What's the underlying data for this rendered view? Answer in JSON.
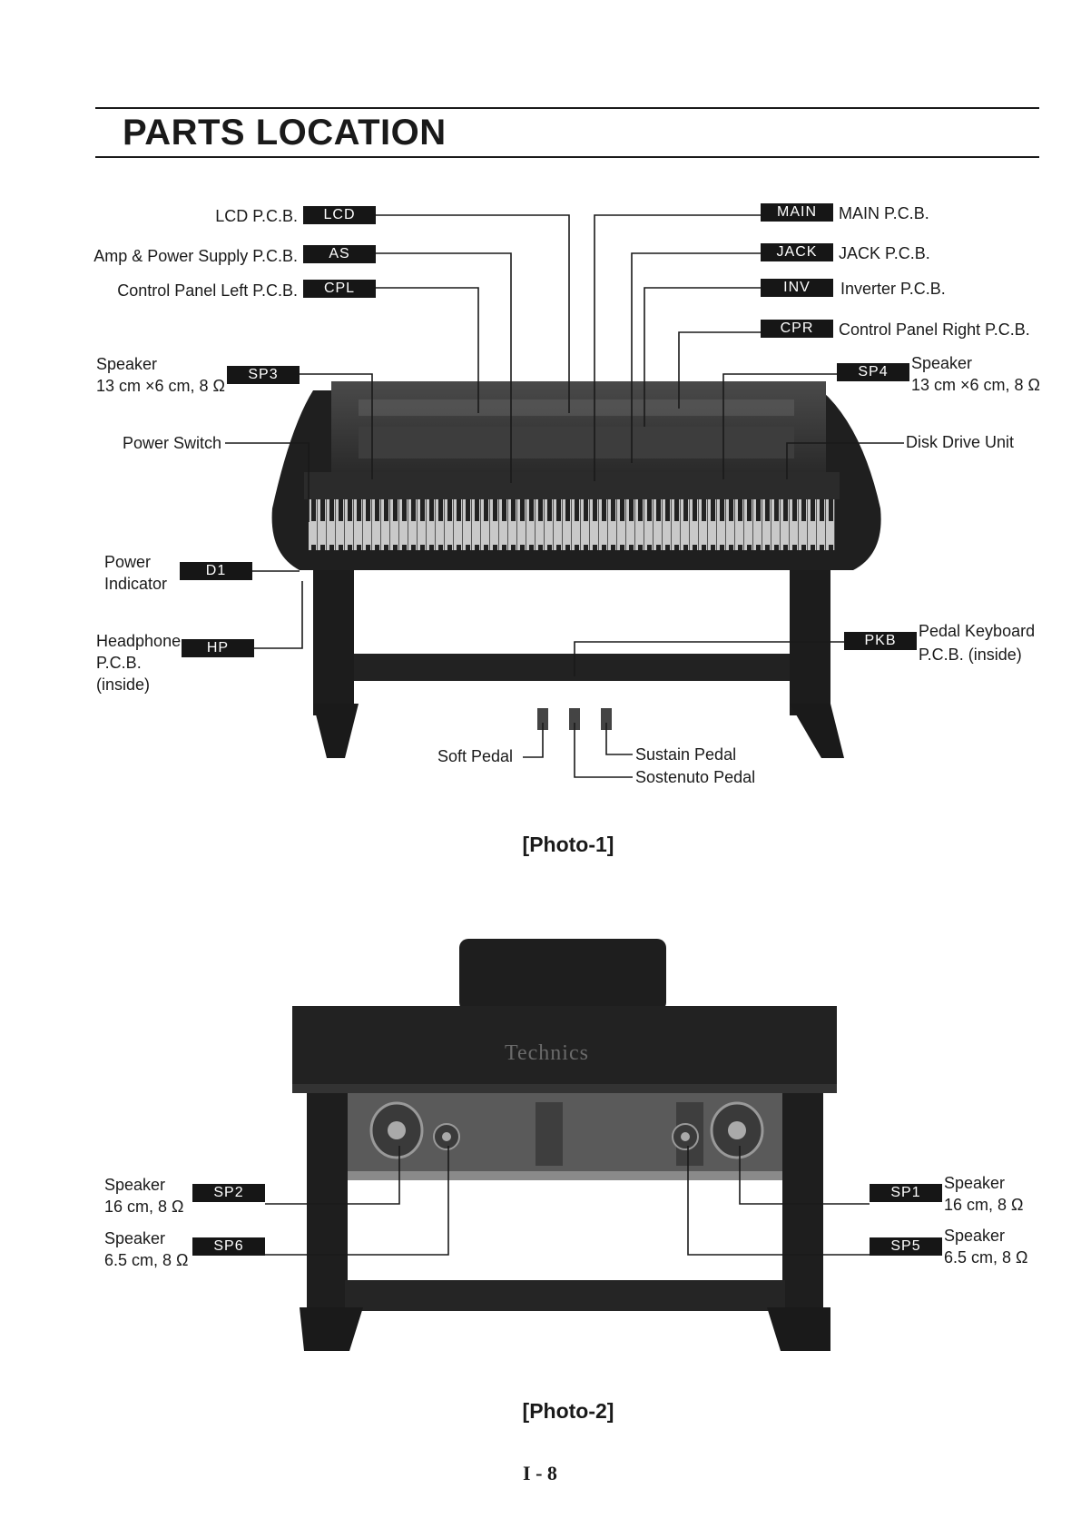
{
  "title": "PARTS LOCATION",
  "photo1": {
    "caption": "[Photo-1]",
    "left_labels": {
      "lcd": {
        "text": "LCD P.C.B.",
        "tag": "LCD"
      },
      "as": {
        "text": "Amp & Power Supply P.C.B.",
        "tag": "AS"
      },
      "cpl": {
        "text": "Control Panel Left P.C.B.",
        "tag": "CPL"
      },
      "sp3": {
        "line1": "Speaker",
        "line2": "13 cm ×6 cm, 8 Ω",
        "tag": "SP3"
      },
      "power_switch": {
        "text": "Power Switch"
      },
      "d1": {
        "line1": "Power",
        "line2": "Indicator",
        "tag": "D1"
      },
      "hp": {
        "line1": "Headphone",
        "line2": "P.C.B.",
        "line3": "(inside)",
        "tag": "HP"
      }
    },
    "right_labels": {
      "main": {
        "text": "MAIN P.C.B.",
        "tag": "MAIN"
      },
      "jack": {
        "text": "JACK P.C.B.",
        "tag": "JACK"
      },
      "inv": {
        "text": "Inverter P.C.B.",
        "tag": "INV"
      },
      "cpr": {
        "text": "Control Panel Right P.C.B.",
        "tag": "CPR"
      },
      "sp4": {
        "line1": "Speaker",
        "line2": "13 cm ×6 cm, 8 Ω",
        "tag": "SP4"
      },
      "disk": {
        "text": "Disk Drive Unit"
      },
      "pkb": {
        "line1": "Pedal Keyboard",
        "line2": "P.C.B. (inside)",
        "tag": "PKB"
      }
    },
    "pedals": {
      "soft": "Soft Pedal",
      "sustain": "Sustain Pedal",
      "sostenuto": "Sostenuto Pedal"
    }
  },
  "photo2": {
    "caption": "[Photo-2]",
    "brand": "Technics",
    "left_labels": {
      "sp2": {
        "line1": "Speaker",
        "line2": "16 cm, 8 Ω",
        "tag": "SP2"
      },
      "sp6": {
        "line1": "Speaker",
        "line2": "6.5 cm, 8 Ω",
        "tag": "SP6"
      }
    },
    "right_labels": {
      "sp1": {
        "line1": "Speaker",
        "line2": "16 cm, 8 Ω",
        "tag": "SP1"
      },
      "sp5": {
        "line1": "Speaker",
        "line2": "6.5 cm, 8 Ω",
        "tag": "SP5"
      }
    }
  },
  "page_number": "I - 8"
}
